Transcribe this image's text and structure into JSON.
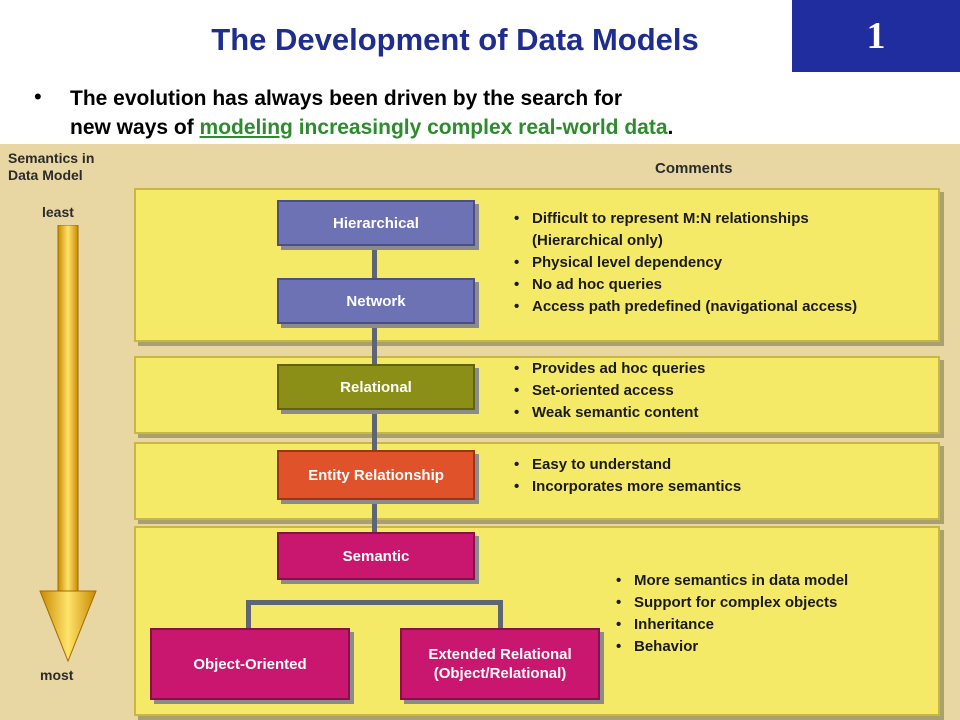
{
  "header": {
    "title": "The Development of Data Models",
    "slide_number": "1"
  },
  "bullet": {
    "part1": "The evolution has always been driven by the search for",
    "part2_prefix": "new ways of ",
    "link_word": "modeling",
    "part2_suffix": " increasingly complex real-world data",
    "period": "."
  },
  "diagram": {
    "axis_heading_line1": "Semantics in",
    "axis_heading_line2": "Data Model",
    "axis_start": "least",
    "axis_end": "most",
    "comments_heading": "Comments",
    "nodes": {
      "hierarchical": "Hierarchical",
      "network": "Network",
      "relational": "Relational",
      "entity_relationship": "Entity Relationship",
      "semantic": "Semantic",
      "object_oriented": "Object-Oriented",
      "extended_relational_line1": "Extended Relational",
      "extended_relational_line2": "(Object/Relational)"
    },
    "comments": {
      "group1": [
        "Difficult to represent M:N relationships",
        "(Hierarchical only)",
        "Physical level dependency",
        "No ad hoc queries",
        "Access path predefined (navigational access)"
      ],
      "group2": [
        "Provides ad hoc queries",
        "Set-oriented access",
        "Weak semantic content"
      ],
      "group3": [
        "Easy to understand",
        "Incorporates more semantics"
      ],
      "group4": [
        "More semantics in data model",
        "Support for complex objects",
        "Inheritance",
        "Behavior"
      ]
    }
  }
}
